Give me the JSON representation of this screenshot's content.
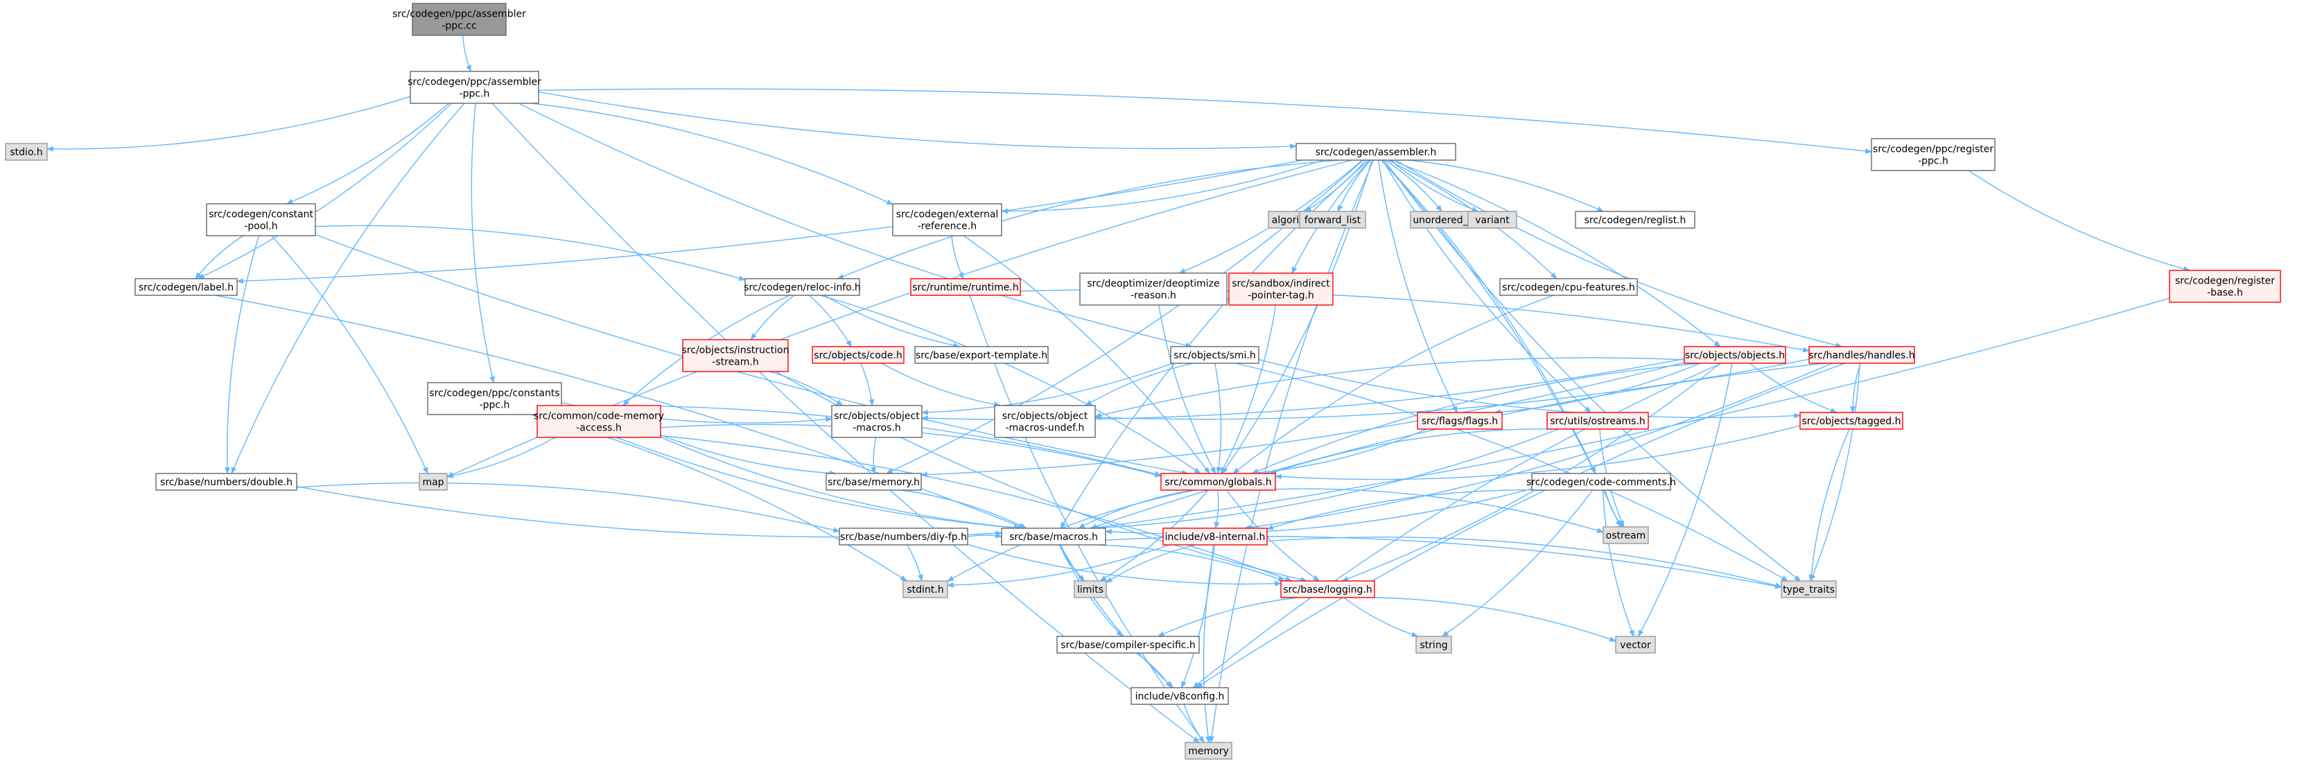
{
  "colors": {
    "edge": "#63b8ff",
    "root_fill": "#999999",
    "root_stroke": "#666666",
    "file_fill": "#ffffff",
    "file_stroke": "#666666",
    "incomplete_fill": "#fff0f0",
    "incomplete_stroke": "#ff0000",
    "system_fill": "#e0e0e0",
    "system_stroke": "#999999"
  },
  "nodes": [
    {
      "id": "assembler_ppc_cc",
      "kind": "root",
      "lines": [
        "src/codegen/ppc/assembler",
        "-ppc.cc"
      ]
    },
    {
      "id": "assembler_ppc_h",
      "kind": "file",
      "lines": [
        "src/codegen/ppc/assembler",
        "-ppc.h"
      ]
    },
    {
      "id": "stdio_h",
      "kind": "system",
      "lines": [
        "stdio.h"
      ]
    },
    {
      "id": "assembler_h",
      "kind": "file",
      "lines": [
        "src/codegen/assembler.h"
      ]
    },
    {
      "id": "register_ppc_h",
      "kind": "file",
      "lines": [
        "src/codegen/ppc/register",
        "-ppc.h"
      ]
    },
    {
      "id": "constant_pool_h",
      "kind": "file",
      "lines": [
        "src/codegen/constant",
        "-pool.h"
      ]
    },
    {
      "id": "external_reference_h",
      "kind": "file",
      "lines": [
        "src/codegen/external",
        "-reference.h"
      ]
    },
    {
      "id": "algorithm",
      "kind": "system",
      "lines": [
        "algorithm"
      ]
    },
    {
      "id": "forward_list",
      "kind": "system",
      "lines": [
        "forward_list"
      ]
    },
    {
      "id": "unordered_map",
      "kind": "system",
      "lines": [
        "unordered_map"
      ]
    },
    {
      "id": "variant",
      "kind": "system",
      "lines": [
        "variant"
      ]
    },
    {
      "id": "reglist_h",
      "kind": "file",
      "lines": [
        "src/codegen/reglist.h"
      ]
    },
    {
      "id": "label_h",
      "kind": "file",
      "lines": [
        "src/codegen/label.h"
      ]
    },
    {
      "id": "reloc_info_h",
      "kind": "file",
      "lines": [
        "src/codegen/reloc-info.h"
      ]
    },
    {
      "id": "runtime_h",
      "kind": "incomplete",
      "lines": [
        "src/runtime/runtime.h"
      ]
    },
    {
      "id": "deoptimize_reason_h",
      "kind": "file",
      "lines": [
        "src/deoptimizer/deoptimize",
        "-reason.h"
      ]
    },
    {
      "id": "indirect_pointer_tag_h",
      "kind": "incomplete",
      "lines": [
        "src/sandbox/indirect",
        "-pointer-tag.h"
      ]
    },
    {
      "id": "cpu_features_h",
      "kind": "file",
      "lines": [
        "src/codegen/cpu-features.h"
      ]
    },
    {
      "id": "register_base_h",
      "kind": "incomplete",
      "lines": [
        "src/codegen/register",
        "-base.h"
      ]
    },
    {
      "id": "instruction_stream_h",
      "kind": "incomplete",
      "lines": [
        "src/objects/instruction",
        "-stream.h"
      ]
    },
    {
      "id": "code_h",
      "kind": "incomplete",
      "lines": [
        "src/objects/code.h"
      ]
    },
    {
      "id": "export_template_h",
      "kind": "file",
      "lines": [
        "src/base/export-template.h"
      ]
    },
    {
      "id": "smi_h",
      "kind": "file",
      "lines": [
        "src/objects/smi.h"
      ]
    },
    {
      "id": "objects_h",
      "kind": "incomplete",
      "lines": [
        "src/objects/objects.h"
      ]
    },
    {
      "id": "handles_h",
      "kind": "incomplete",
      "lines": [
        "src/handles/handles.h"
      ]
    },
    {
      "id": "constants_ppc_h",
      "kind": "file",
      "lines": [
        "src/codegen/ppc/constants",
        "-ppc.h"
      ]
    },
    {
      "id": "code_memory_access_h",
      "kind": "incomplete",
      "lines": [
        "src/common/code-memory",
        "-access.h"
      ]
    },
    {
      "id": "object_macros_h",
      "kind": "file",
      "lines": [
        "src/objects/object",
        "-macros.h"
      ]
    },
    {
      "id": "object_macros_undef_h",
      "kind": "file",
      "lines": [
        "src/objects/object",
        "-macros-undef.h"
      ]
    },
    {
      "id": "flags_h",
      "kind": "incomplete",
      "lines": [
        "src/flags/flags.h"
      ]
    },
    {
      "id": "ostreams_h",
      "kind": "incomplete",
      "lines": [
        "src/utils/ostreams.h"
      ]
    },
    {
      "id": "tagged_h",
      "kind": "incomplete",
      "lines": [
        "src/objects/tagged.h"
      ]
    },
    {
      "id": "map",
      "kind": "system",
      "lines": [
        "map"
      ]
    },
    {
      "id": "memory_h",
      "kind": "file",
      "lines": [
        "src/base/memory.h"
      ]
    },
    {
      "id": "globals_h",
      "kind": "incomplete",
      "lines": [
        "src/common/globals.h"
      ]
    },
    {
      "id": "double_h",
      "kind": "file",
      "lines": [
        "src/base/numbers/double.h"
      ]
    },
    {
      "id": "code_comments_h",
      "kind": "file",
      "lines": [
        "src/codegen/code-comments.h"
      ]
    },
    {
      "id": "diy_fp_h",
      "kind": "file",
      "lines": [
        "src/base/numbers/diy-fp.h"
      ]
    },
    {
      "id": "macros_h",
      "kind": "file",
      "lines": [
        "src/base/macros.h"
      ]
    },
    {
      "id": "v8_internal_h",
      "kind": "incomplete",
      "lines": [
        "include/v8-internal.h"
      ]
    },
    {
      "id": "ostream",
      "kind": "system",
      "lines": [
        "ostream"
      ]
    },
    {
      "id": "stdint_h",
      "kind": "system",
      "lines": [
        "stdint.h"
      ]
    },
    {
      "id": "limits",
      "kind": "system",
      "lines": [
        "limits"
      ]
    },
    {
      "id": "logging_h",
      "kind": "incomplete",
      "lines": [
        "src/base/logging.h"
      ]
    },
    {
      "id": "type_traits",
      "kind": "system",
      "lines": [
        "type_traits"
      ]
    },
    {
      "id": "compiler_specific_h",
      "kind": "file",
      "lines": [
        "src/base/compiler-specific.h"
      ]
    },
    {
      "id": "string",
      "kind": "system",
      "lines": [
        "string"
      ]
    },
    {
      "id": "vector",
      "kind": "system",
      "lines": [
        "vector"
      ]
    },
    {
      "id": "v8config_h",
      "kind": "file",
      "lines": [
        "include/v8config.h"
      ]
    },
    {
      "id": "memory",
      "kind": "system",
      "lines": [
        "memory"
      ]
    }
  ],
  "edges": [
    [
      "assembler_ppc_cc",
      "assembler_ppc_h"
    ],
    [
      "assembler_ppc_h",
      "stdio_h"
    ],
    [
      "assembler_ppc_h",
      "memory"
    ],
    [
      "assembler_ppc_h",
      "label_h"
    ],
    [
      "assembler_ppc_h",
      "double_h"
    ],
    [
      "assembler_ppc_h",
      "constant_pool_h"
    ],
    [
      "assembler_ppc_h",
      "constants_ppc_h"
    ],
    [
      "assembler_ppc_h",
      "external_reference_h"
    ],
    [
      "assembler_ppc_h",
      "assembler_h"
    ],
    [
      "assembler_ppc_h",
      "register_ppc_h"
    ],
    [
      "assembler_ppc_h",
      "smi_h"
    ],
    [
      "assembler_h",
      "algorithm"
    ],
    [
      "assembler_h",
      "forward_list"
    ],
    [
      "assembler_h",
      "unordered_map"
    ],
    [
      "assembler_h",
      "variant"
    ],
    [
      "assembler_h",
      "reglist_h"
    ],
    [
      "assembler_h",
      "memory"
    ],
    [
      "assembler_h",
      "ostream"
    ],
    [
      "assembler_h",
      "type_traits"
    ],
    [
      "assembler_h",
      "label_h"
    ],
    [
      "assembler_h",
      "map"
    ],
    [
      "assembler_h",
      "memory_h"
    ],
    [
      "assembler_h",
      "macros_h"
    ],
    [
      "assembler_h",
      "external_reference_h"
    ],
    [
      "assembler_h",
      "reloc_info_h"
    ],
    [
      "assembler_h",
      "deoptimize_reason_h"
    ],
    [
      "assembler_h",
      "indirect_pointer_tag_h"
    ],
    [
      "assembler_h",
      "globals_h"
    ],
    [
      "assembler_h",
      "flags_h"
    ],
    [
      "assembler_h",
      "cpu_features_h"
    ],
    [
      "assembler_h",
      "ostreams_h"
    ],
    [
      "assembler_h",
      "objects_h"
    ],
    [
      "assembler_h",
      "handles_h"
    ],
    [
      "assembler_h",
      "code_comments_h"
    ],
    [
      "register_ppc_h",
      "register_base_h"
    ],
    [
      "register_base_h",
      "macros_h"
    ],
    [
      "constant_pool_h",
      "label_h"
    ],
    [
      "constant_pool_h",
      "map"
    ],
    [
      "constant_pool_h",
      "double_h"
    ],
    [
      "constant_pool_h",
      "reloc_info_h"
    ],
    [
      "constant_pool_h",
      "globals_h"
    ],
    [
      "label_h",
      "macros_h"
    ],
    [
      "external_reference_h",
      "runtime_h"
    ],
    [
      "external_reference_h",
      "globals_h"
    ],
    [
      "runtime_h",
      "memory"
    ],
    [
      "runtime_h",
      "handles_h"
    ],
    [
      "reloc_info_h",
      "instruction_stream_h"
    ],
    [
      "reloc_info_h",
      "code_h"
    ],
    [
      "reloc_info_h",
      "export_template_h"
    ],
    [
      "reloc_info_h",
      "globals_h"
    ],
    [
      "reloc_info_h",
      "code_memory_access_h"
    ],
    [
      "instruction_stream_h",
      "object_macros_h"
    ],
    [
      "instruction_stream_h",
      "logging_h"
    ],
    [
      "code_h",
      "object_macros_h"
    ],
    [
      "code_h",
      "object_macros_undef_h"
    ],
    [
      "smi_h",
      "object_macros_h"
    ],
    [
      "smi_h",
      "object_macros_undef_h"
    ],
    [
      "smi_h",
      "globals_h"
    ],
    [
      "smi_h",
      "tagged_h"
    ],
    [
      "smi_h",
      "type_traits"
    ],
    [
      "deoptimize_reason_h",
      "globals_h"
    ],
    [
      "indirect_pointer_tag_h",
      "globals_h"
    ],
    [
      "cpu_features_h",
      "globals_h"
    ],
    [
      "objects_h",
      "object_macros_h"
    ],
    [
      "objects_h",
      "object_macros_undef_h"
    ],
    [
      "objects_h",
      "flags_h"
    ],
    [
      "objects_h",
      "tagged_h"
    ],
    [
      "objects_h",
      "memory_h"
    ],
    [
      "objects_h",
      "globals_h"
    ],
    [
      "objects_h",
      "logging_h"
    ],
    [
      "objects_h",
      "v8config_h"
    ],
    [
      "objects_h",
      "vector"
    ],
    [
      "handles_h",
      "tagged_h"
    ],
    [
      "handles_h",
      "type_traits"
    ],
    [
      "handles_h",
      "macros_h"
    ],
    [
      "handles_h",
      "v8_internal_h"
    ],
    [
      "handles_h",
      "v8config_h"
    ],
    [
      "handles_h",
      "object_macros_undef_h"
    ],
    [
      "constants_ppc_h",
      "code_memory_access_h"
    ],
    [
      "constants_ppc_h",
      "globals_h"
    ],
    [
      "constants_ppc_h",
      "macros_h"
    ],
    [
      "constants_ppc_h",
      "stdint_h"
    ],
    [
      "constants_ppc_h",
      "object_macros_h"
    ],
    [
      "code_memory_access_h",
      "map"
    ],
    [
      "code_memory_access_h",
      "memory_h"
    ],
    [
      "code_memory_access_h",
      "globals_h"
    ],
    [
      "code_memory_access_h",
      "macros_h"
    ],
    [
      "code_memory_access_h",
      "logging_h"
    ],
    [
      "object_macros_h",
      "memory_h"
    ],
    [
      "flags_h",
      "globals_h"
    ],
    [
      "ostreams_h",
      "globals_h"
    ],
    [
      "ostreams_h",
      "macros_h"
    ],
    [
      "ostreams_h",
      "ostream"
    ],
    [
      "tagged_h",
      "globals_h"
    ],
    [
      "tagged_h",
      "type_traits"
    ],
    [
      "memory_h",
      "macros_h"
    ],
    [
      "globals_h",
      "macros_h"
    ],
    [
      "globals_h",
      "v8_internal_h"
    ],
    [
      "globals_h",
      "logging_h"
    ],
    [
      "globals_h",
      "ostream"
    ],
    [
      "globals_h",
      "stdint_h"
    ],
    [
      "globals_h",
      "limits"
    ],
    [
      "double_h",
      "macros_h"
    ],
    [
      "double_h",
      "diy_fp_h"
    ],
    [
      "code_comments_h",
      "ostream"
    ],
    [
      "code_comments_h",
      "string"
    ],
    [
      "code_comments_h",
      "vector"
    ],
    [
      "code_comments_h",
      "macros_h"
    ],
    [
      "code_comments_h",
      "v8_internal_h"
    ],
    [
      "diy_fp_h",
      "stdint_h"
    ],
    [
      "diy_fp_h",
      "logging_h"
    ],
    [
      "diy_fp_h",
      "macros_h"
    ],
    [
      "macros_h",
      "limits"
    ],
    [
      "macros_h",
      "type_traits"
    ],
    [
      "macros_h",
      "compiler_specific_h"
    ],
    [
      "macros_h",
      "logging_h"
    ],
    [
      "macros_h",
      "v8config_h"
    ],
    [
      "v8_internal_h",
      "stdint_h"
    ],
    [
      "v8_internal_h",
      "limits"
    ],
    [
      "v8_internal_h",
      "type_traits"
    ],
    [
      "v8_internal_h",
      "memory"
    ],
    [
      "v8_internal_h",
      "v8config_h"
    ],
    [
      "logging_h",
      "string"
    ],
    [
      "logging_h",
      "vector"
    ],
    [
      "logging_h",
      "compiler_specific_h"
    ],
    [
      "compiler_specific_h",
      "v8config_h"
    ],
    [
      "v8config_h",
      "memory"
    ]
  ]
}
